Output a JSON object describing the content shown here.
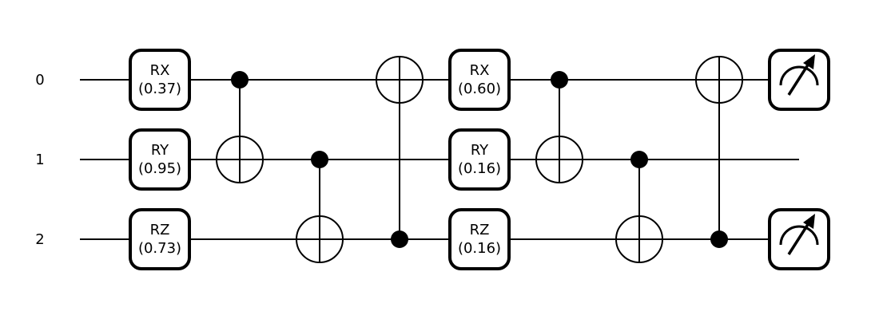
{
  "circuit": {
    "wires": [
      {
        "label": "0",
        "end_step": 8
      },
      {
        "label": "1",
        "end_step": 8
      },
      {
        "label": "2",
        "end_step": 8
      }
    ],
    "operations": [
      {
        "kind": "rot",
        "step": 1,
        "wire": 0,
        "name": "RX",
        "param": "(0.37)"
      },
      {
        "kind": "rot",
        "step": 1,
        "wire": 1,
        "name": "RY",
        "param": "(0.95)"
      },
      {
        "kind": "rot",
        "step": 1,
        "wire": 2,
        "name": "RZ",
        "param": "(0.73)"
      },
      {
        "kind": "cnot",
        "step": 2,
        "control": 0,
        "target": 1
      },
      {
        "kind": "cnot",
        "step": 3,
        "control": 1,
        "target": 2
      },
      {
        "kind": "cnot",
        "step": 4,
        "control": 2,
        "target": 0
      },
      {
        "kind": "rot",
        "step": 5,
        "wire": 0,
        "name": "RX",
        "param": "(0.60)"
      },
      {
        "kind": "rot",
        "step": 5,
        "wire": 1,
        "name": "RY",
        "param": "(0.16)"
      },
      {
        "kind": "rot",
        "step": 5,
        "wire": 2,
        "name": "RZ",
        "param": "(0.16)"
      },
      {
        "kind": "cnot",
        "step": 6,
        "control": 0,
        "target": 1
      },
      {
        "kind": "cnot",
        "step": 7,
        "control": 1,
        "target": 2
      },
      {
        "kind": "cnot",
        "step": 8,
        "control": 2,
        "target": 0
      },
      {
        "kind": "measure",
        "step": 9,
        "wire": 0
      },
      {
        "kind": "measure",
        "step": 9,
        "wire": 2
      }
    ]
  }
}
